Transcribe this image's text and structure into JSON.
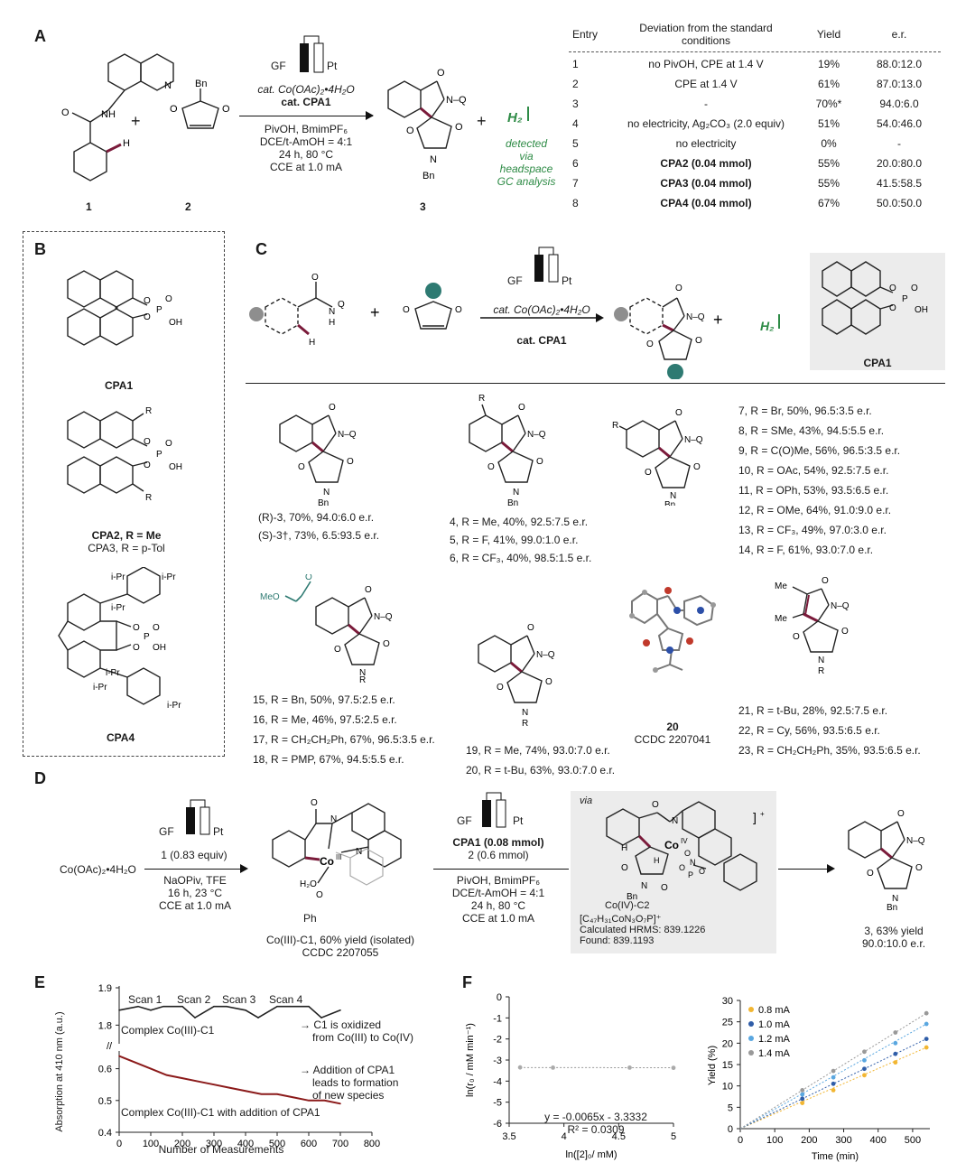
{
  "panels": {
    "A": "A",
    "B": "B",
    "C": "C",
    "D": "D",
    "E": "E",
    "F": "F"
  },
  "panelA": {
    "cmpd1": "1",
    "cmpd2": "2",
    "cmpd3": "3",
    "plus1": "+",
    "plus2": "+",
    "electrodes": {
      "gf": "GF",
      "pt": "Pt"
    },
    "conditions": [
      "cat. Co(OAc)₂•4H₂O",
      "cat. CPA1",
      "PivOH, BmimPF₆",
      "DCE/t-AmOH = 4:1",
      "24 h, 80 °C",
      "CCE at 1.0 mA"
    ],
    "h2": "H₂",
    "h2note": [
      "detected",
      "via",
      "headspace",
      "GC analysis"
    ],
    "table": {
      "headers": [
        "Entry",
        "Deviation from the standard conditions",
        "Yield",
        "e.r."
      ],
      "rows": [
        [
          "1",
          "no PivOH, CPE at 1.4 V",
          "19%",
          "88.0:12.0"
        ],
        [
          "2",
          "CPE at 1.4 V",
          "61%",
          "87.0:13.0"
        ],
        [
          "3",
          "-",
          "70%*",
          "94.0:6.0"
        ],
        [
          "4",
          "no electricity, Ag₂CO₃ (2.0 equiv)",
          "51%",
          "54.0:46.0"
        ],
        [
          "5",
          "no electricity",
          "0%",
          "-"
        ],
        [
          "6",
          "CPA2 (0.04 mmol)",
          "55%",
          "20.0:80.0"
        ],
        [
          "7",
          "CPA3 (0.04 mmol)",
          "55%",
          "41.5:58.5"
        ],
        [
          "8",
          "CPA4 (0.04 mmol)",
          "67%",
          "50.0:50.0"
        ]
      ]
    }
  },
  "panelB": {
    "cpa1": "CPA1",
    "cpa2": "CPA2, R = Me",
    "cpa3": "CPA3, R = p-Tol",
    "cpa4": "CPA4",
    "oh": "OH",
    "r": "R",
    "ipr": "i-Pr"
  },
  "panelC": {
    "cat1": "cat. Co(OAc)₂•4H₂O",
    "cat2": "cat. CPA1",
    "gf": "GF",
    "pt": "Pt",
    "h2": "H₂",
    "cpa1": "CPA1",
    "r3a": "(R)-3, 70%, 94.0:6.0 e.r.",
    "r3b": "(S)-3†, 73%, 6.5:93.5 e.r.",
    "r4": "4, R = Me, 40%, 92.5:7.5 e.r.",
    "r5": "5, R = F, 41%, 99.0:1.0 e.r.",
    "r6": "6, R = CF₃, 40%, 98.5:1.5 e.r.",
    "list7": [
      "7, R = Br, 50%, 96.5:3.5 e.r.",
      "8, R = SMe, 43%, 94.5:5.5 e.r.",
      "9, R = C(O)Me, 56%, 96.5:3.5 e.r.",
      "10, R = OAc, 54%, 92.5:7.5 e.r.",
      "11, R = OPh, 53%, 93.5:6.5 e.r.",
      "12, R = OMe, 64%, 91.0:9.0 e.r.",
      "13, R = CF₃, 49%, 97.0:3.0 e.r.",
      "14, R = F, 61%, 93.0:7.0 e.r."
    ],
    "list15": [
      "15, R = Bn, 50%, 97.5:2.5 e.r.",
      "16, R = Me, 46%, 97.5:2.5 e.r.",
      "17, R = CH₂CH₂Ph, 67%, 96.5:3.5 e.r.",
      "18, R = PMP, 67%, 94.5:5.5 e.r."
    ],
    "list19": [
      "19, R = Me, 74%, 93.0:7.0 e.r.",
      "20, R = t-Bu, 63%, 93.0:7.0 e.r."
    ],
    "xray": "20",
    "ccdc": "CCDC 2207041",
    "list21": [
      "21, R = t-Bu, 28%, 92.5:7.5 e.r.",
      "22, R = Cy, 56%, 93.5:6.5 e.r.",
      "23, R = CH₂CH₂Ph, 35%, 93.5:6.5 e.r."
    ],
    "meo": "MeO",
    "me": "Me"
  },
  "panelD": {
    "start": "Co(OAc)₂•4H₂O",
    "step1": [
      "1 (0.83 equiv)",
      "NaOPiv, TFE",
      "16 h, 23 °C",
      "CCE at 1.0 mA"
    ],
    "c1": [
      "Co(III)-C1, 60% yield (isolated)",
      "CCDC 2207055"
    ],
    "step2a": [
      "CPA1 (0.08 mmol)",
      "2 (0.6 mmol)"
    ],
    "step2b": [
      "PivOH, BmimPF₆",
      "DCE/t-AmOH = 4:1",
      "24 h, 80 °C",
      "CCE at 1.0 mA"
    ],
    "via": "via",
    "c2": "Co(IV)-C2",
    "hrms": [
      "[C₄₇H₃₁CoN₃O₇P]⁺",
      "Calculated HRMS: 839.1226",
      "Found: 839.1193"
    ],
    "product": [
      "3, 63% yield",
      "90.0:10.0 e.r."
    ],
    "gf": "GF",
    "pt": "Pt",
    "bn": "Bn",
    "q": "Q",
    "ph": "Ph",
    "h2o": "H₂O"
  },
  "panelE": {
    "ylabel": "Absorption at 410 nm (a.u.)",
    "xlabel": "Number of Measurements",
    "scans": [
      "Scan 1",
      "Scan 2",
      "Scan 3",
      "Scan 4"
    ],
    "upper_label": "Complex Co(III)-C1",
    "lower_label": "Complex Co(III)-C1 with addition of CPA1",
    "note1": [
      "→ C1 is oxidized",
      "from Co(III) to Co(IV)"
    ],
    "note2": [
      "→ Addition of CPA1",
      "leads to formation",
      "of new species"
    ]
  },
  "chart_data": [
    {
      "type": "line",
      "xlabel": "Number of Measurements",
      "ylabel": "Absorption at 410 nm (a.u.)",
      "xlim": [
        0,
        800
      ],
      "ylim": [
        0.4,
        1.9
      ],
      "axis_break": [
        0.65,
        1.75
      ],
      "xticks": [
        0,
        100,
        200,
        300,
        400,
        500,
        600,
        700,
        800
      ],
      "yticks": [
        0.4,
        0.5,
        0.6,
        1.8,
        1.9
      ],
      "series": [
        {
          "name": "Complex Co(III)-C1",
          "color": "#222222",
          "x": [
            0,
            60,
            100,
            140,
            200,
            240,
            300,
            340,
            400,
            440,
            500,
            540,
            600,
            640,
            700
          ],
          "y": [
            1.84,
            1.85,
            1.84,
            1.85,
            1.85,
            1.82,
            1.85,
            1.85,
            1.84,
            1.82,
            1.85,
            1.85,
            1.85,
            1.82,
            1.84
          ]
        },
        {
          "name": "Complex Co(III)-C1 with addition of CPA1",
          "color": "#8b1a1a",
          "x": [
            0,
            50,
            100,
            150,
            200,
            250,
            300,
            350,
            400,
            450,
            500,
            550,
            600,
            650,
            700
          ],
          "y": [
            0.64,
            0.62,
            0.6,
            0.58,
            0.57,
            0.56,
            0.55,
            0.54,
            0.53,
            0.52,
            0.52,
            0.51,
            0.5,
            0.5,
            0.49
          ]
        }
      ]
    },
    {
      "type": "scatter",
      "xlabel": "ln([2]₀/ mM)",
      "ylabel": "ln(r₀ / mM min⁻¹)",
      "xlim": [
        3.5,
        5
      ],
      "ylim": [
        -6,
        0
      ],
      "xticks": [
        3.5,
        4,
        4.5,
        5
      ],
      "yticks": [
        0,
        -1,
        -2,
        -3,
        -4,
        -5,
        -6
      ],
      "equation": "y = -0.0065x - 3.3332",
      "r2": "R² = 0.0309",
      "series": [
        {
          "color": "#aaaaaa",
          "x": [
            3.6,
            3.9,
            4.6,
            5.0
          ],
          "y": [
            -3.35,
            -3.36,
            -3.36,
            -3.37
          ]
        }
      ]
    },
    {
      "type": "scatter",
      "xlabel": "Time (min)",
      "ylabel": "Yield (%)",
      "xlim": [
        0,
        550
      ],
      "ylim": [
        0,
        30
      ],
      "xticks": [
        0,
        100,
        200,
        300,
        400,
        500
      ],
      "yticks": [
        0,
        5,
        10,
        15,
        20,
        25,
        30
      ],
      "series": [
        {
          "name": "0.8 mA",
          "color": "#f2b632",
          "x": [
            180,
            270,
            360,
            450,
            540
          ],
          "y": [
            6,
            9,
            12.5,
            15.5,
            19
          ]
        },
        {
          "name": "1.0 mA",
          "color": "#2f5da8",
          "x": [
            180,
            270,
            360,
            450,
            540
          ],
          "y": [
            7,
            10.5,
            14,
            17.5,
            21
          ]
        },
        {
          "name": "1.2 mA",
          "color": "#5aa7e0",
          "x": [
            180,
            270,
            360,
            450,
            540
          ],
          "y": [
            8,
            12,
            16,
            20,
            24.5
          ]
        },
        {
          "name": "1.4 mA",
          "color": "#999999",
          "x": [
            180,
            270,
            360,
            450,
            540
          ],
          "y": [
            9,
            13.5,
            18,
            22.5,
            27
          ]
        }
      ]
    }
  ]
}
